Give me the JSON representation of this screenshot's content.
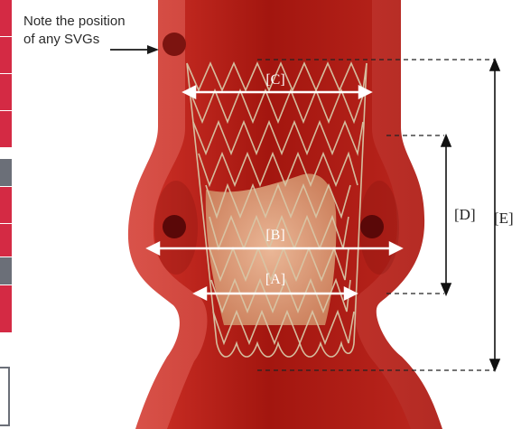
{
  "note": {
    "line1": "Note the position",
    "line2": "of any SVGs"
  },
  "labels": {
    "A": "[A]",
    "B": "[B]",
    "C": "[C]",
    "D": "[D]",
    "E": "[E]"
  },
  "colors": {
    "vessel_outer": "#c93a31",
    "vessel_inner": "#b3231c",
    "lumen": "#a81a14",
    "valve_tissue": "#e8b089",
    "stent_frame": "#d8c6a6",
    "sidebar_red": "#d42a44",
    "sidebar_gray": "#6b6f78"
  }
}
